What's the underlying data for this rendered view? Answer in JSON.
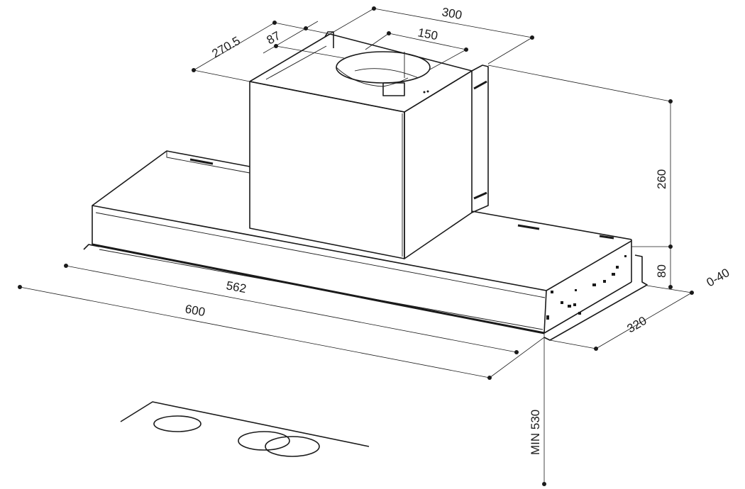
{
  "drawing": {
    "title": "Telescopic cooker hood dimensional drawing",
    "dimensions": {
      "chimney_width": "300",
      "depth_total": "270.5",
      "outlet_offset": "87",
      "outlet_diameter": "150",
      "chimney_height": "260",
      "hood_height": "80",
      "extension": "0-40",
      "hood_depth": "320",
      "inner_width": "562",
      "width": "600",
      "min_clearance": "MIN 530"
    }
  }
}
